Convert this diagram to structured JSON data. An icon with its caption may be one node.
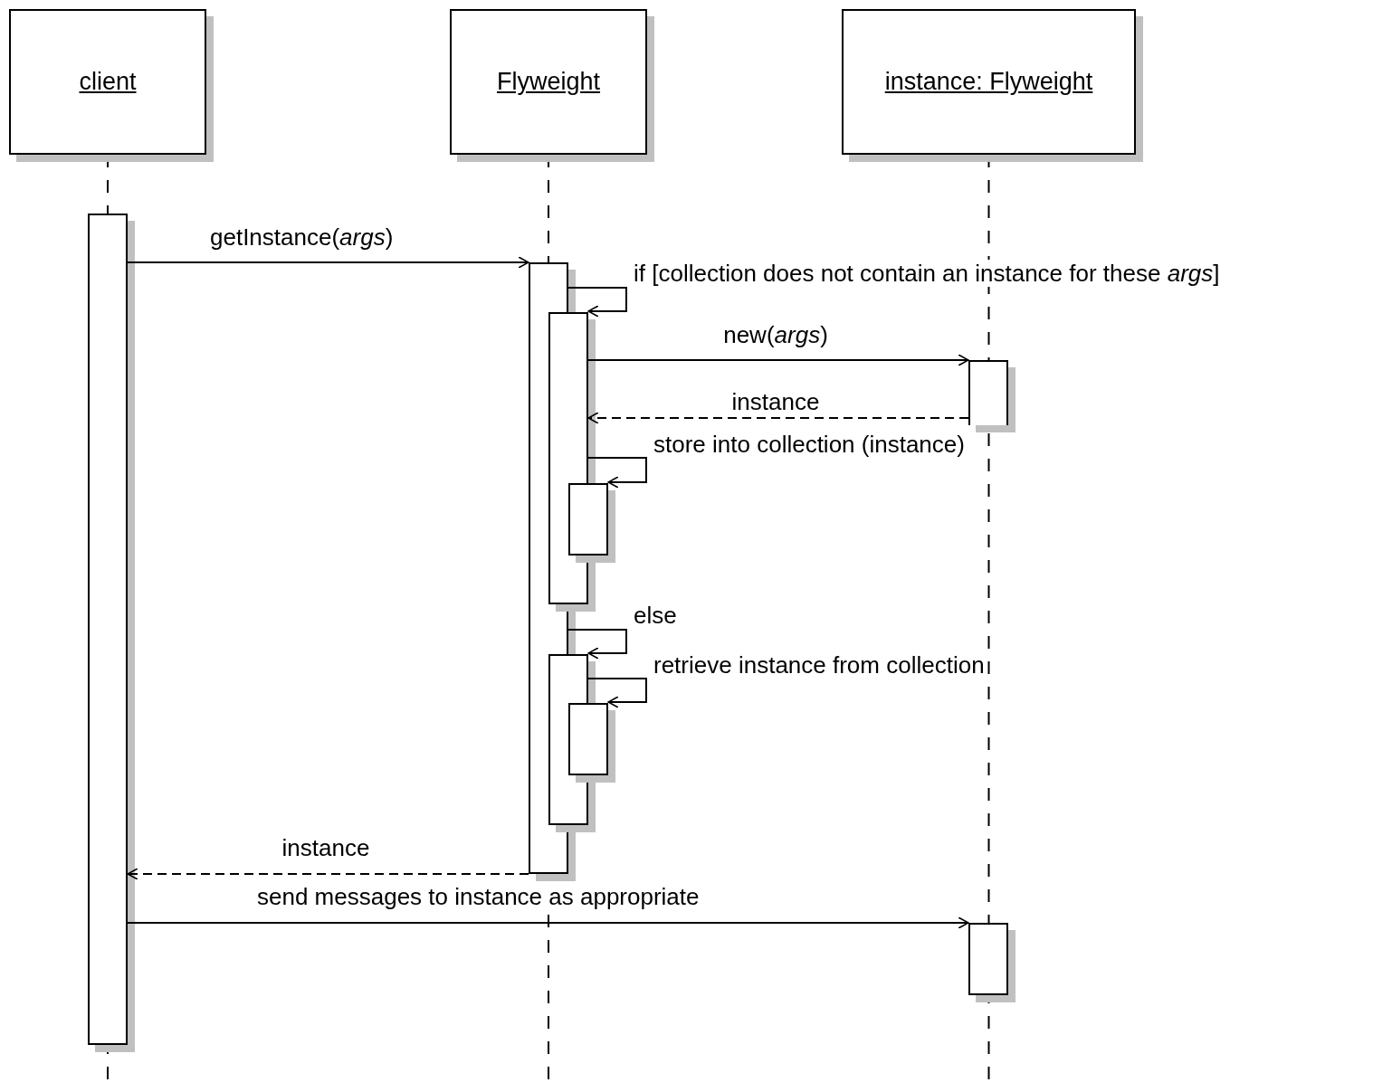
{
  "diagram": {
    "nodes": [
      {
        "text": [
          "client"
        ]
      },
      {
        "text": [
          "Flyweight"
        ]
      },
      {
        "text": [
          "instance: Flyweight"
        ]
      },
      {
        "text": [],
        "shape": "bar"
      },
      {
        "text": [],
        "shape": "bar"
      },
      {
        "text": [],
        "shape": "bar"
      },
      {
        "text": [],
        "shape": "bar"
      },
      {
        "text": [],
        "shape": "bar"
      },
      {
        "text": [],
        "shape": "bar"
      },
      {
        "text": [],
        "shape": "bar"
      },
      {
        "text": [],
        "shape": "bar"
      }
    ],
    "edges": [
      {
        "from": 3,
        "to": 4,
        "arrow": "to",
        "label": "getInstance(*args*)"
      },
      {
        "from": 4,
        "to": 5,
        "arrow": "to",
        "label": "if [collection does not contain an instance for these *args*]"
      },
      {
        "from": 5,
        "to": 7,
        "arrow": "to",
        "label": "new(*args*)"
      },
      {
        "from": 7,
        "to": 5,
        "arrow": "to",
        "label": "instance",
        "style": "dashed"
      },
      {
        "from": 5,
        "to": 6,
        "arrow": "to",
        "label": "store into collection (instance)"
      },
      {
        "from": 4,
        "to": 8,
        "arrow": "to",
        "label": "else"
      },
      {
        "from": 8,
        "to": 9,
        "arrow": "to",
        "label": "retrieve instance from collection"
      },
      {
        "from": 4,
        "to": 3,
        "arrow": "to",
        "label": "instance",
        "style": "dashed"
      },
      {
        "from": 3,
        "to": 10,
        "arrow": "to",
        "label": "send messages to instance as appropriate"
      }
    ]
  }
}
